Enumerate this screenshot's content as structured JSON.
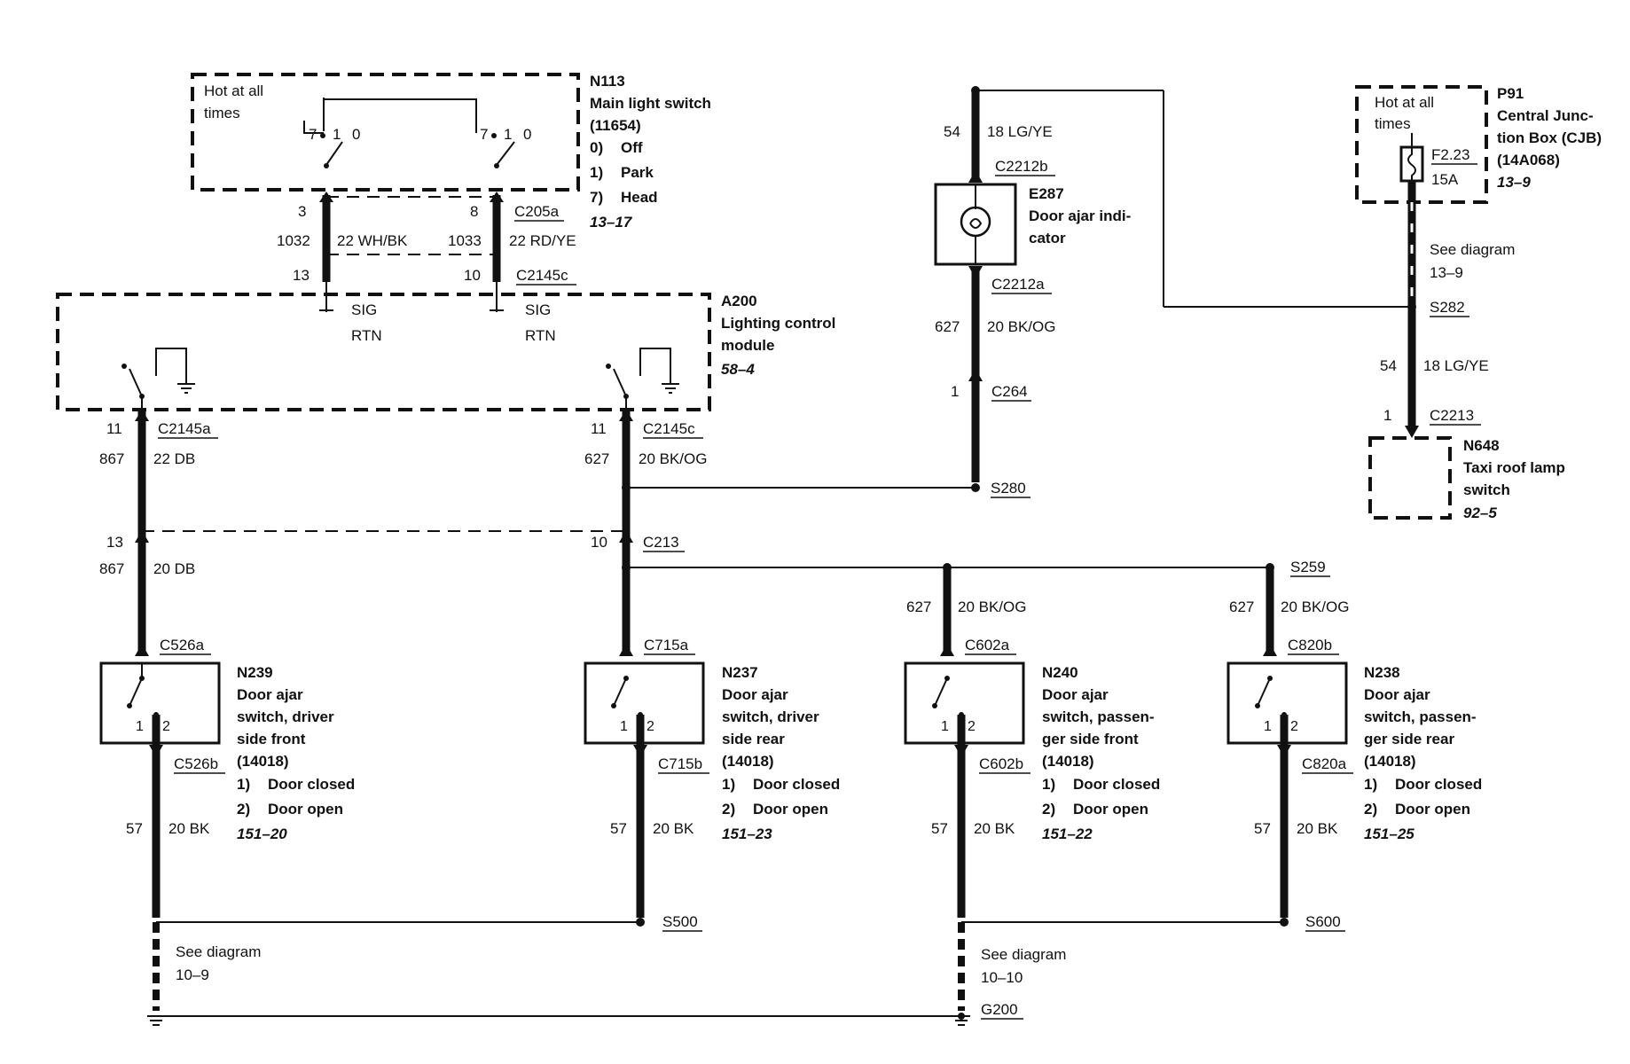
{
  "components": {
    "n113": {
      "id": "N113",
      "name": "Main light switch",
      "part": "(11654)",
      "states": [
        "0)",
        "Off",
        "1)",
        "Park",
        "7)",
        "Head"
      ],
      "page": "13–17",
      "hot_label_1": "Hot at all",
      "hot_label_2": "times",
      "pos_left": [
        "7",
        "1",
        "0"
      ],
      "pos_right": [
        "7",
        "1",
        "0"
      ]
    },
    "a200": {
      "id": "A200",
      "name_1": "Lighting control",
      "name_2": "module",
      "page": "58–4",
      "sig": "SIG",
      "rtn": "RTN"
    },
    "e287": {
      "id": "E287",
      "name_1": "Door ajar indi-",
      "name_2": "cator"
    },
    "p91": {
      "id": "P91",
      "name_1": "Central Junc-",
      "name_2": "tion Box (CJB)",
      "part": "(14A068)",
      "page": "13–9",
      "hot_label_1": "Hot at all",
      "hot_label_2": "times",
      "fuse": "F2.23",
      "fuse_rating": "15A"
    },
    "n648": {
      "id": "N648",
      "name_1": "Taxi roof lamp",
      "name_2": "switch",
      "page": "92–5"
    },
    "n239": {
      "id": "N239",
      "lines": [
        "Door ajar",
        "switch, driver",
        "side front",
        "(14018)"
      ],
      "state1": "Door closed",
      "state2": "Door open",
      "num1": "1)",
      "num2": "2)",
      "page": "151–20",
      "pin1": "1",
      "pin2": "2"
    },
    "n237": {
      "id": "N237",
      "lines": [
        "Door ajar",
        "switch, driver",
        "side rear",
        "(14018)"
      ],
      "state1": "Door closed",
      "state2": "Door open",
      "num1": "1)",
      "num2": "2)",
      "page": "151–23",
      "pin1": "1",
      "pin2": "2"
    },
    "n240": {
      "id": "N240",
      "lines": [
        "Door ajar",
        "switch, passen-",
        "ger side front",
        "(14018)"
      ],
      "state1": "Door closed",
      "state2": "Door open",
      "num1": "1)",
      "num2": "2)",
      "page": "151–22",
      "pin1": "1",
      "pin2": "2"
    },
    "n238": {
      "id": "N238",
      "lines": [
        "Door ajar",
        "switch, passen-",
        "ger side rear",
        "(14018)"
      ],
      "state1": "Door closed",
      "state2": "Door open",
      "num1": "1)",
      "num2": "2)",
      "page": "151–25",
      "pin1": "1",
      "pin2": "2"
    }
  },
  "connectors": {
    "c205a": "C205a",
    "c2145c_top": "C2145c",
    "c2145a": "C2145a",
    "c2145c": "C2145c",
    "c213": "C213",
    "c526a": "C526a",
    "c526b": "C526b",
    "c715a": "C715a",
    "c715b": "C715b",
    "c602a": "C602a",
    "c602b": "C602b",
    "c820b": "C820b",
    "c820a": "C820a",
    "c2212b": "C2212b",
    "c2212a": "C2212a",
    "c264": "C264",
    "c2213": "C2213"
  },
  "splices": {
    "s280": "S280",
    "s259": "S259",
    "s282": "S282",
    "s500": "S500",
    "s600": "S600",
    "g200": "G200"
  },
  "pins": {
    "p3": "3",
    "p13": "13",
    "p8": "8",
    "p10": "10",
    "p11a": "11",
    "p11c": "11",
    "p13b": "13",
    "p10b": "10",
    "p1_c264": "1",
    "p1_c2213": "1"
  },
  "circuits": {
    "w1032": {
      "num": "1032",
      "gauge": "22 WH/BK"
    },
    "w1033": {
      "num": "1033",
      "gauge": "22 RD/YE"
    },
    "w867a": {
      "num": "867",
      "gauge": "22 DB"
    },
    "w627a": {
      "num": "627",
      "gauge": "20 BK/OG"
    },
    "w867b": {
      "num": "867",
      "gauge": "20 DB"
    },
    "w54a": {
      "num": "54",
      "gauge": "18 LG/YE"
    },
    "w627e": {
      "num": "627",
      "gauge": "20 BK/OG"
    },
    "w54b": {
      "num": "54",
      "gauge": "18 LG/YE"
    },
    "w627c": {
      "num": "627",
      "gauge": "20 BK/OG"
    },
    "w627d": {
      "num": "627",
      "gauge": "20 BK/OG"
    },
    "w57a": {
      "num": "57",
      "gauge": "20 BK"
    },
    "w57b": {
      "num": "57",
      "gauge": "20 BK"
    },
    "w57c": {
      "num": "57",
      "gauge": "20 BK"
    },
    "w57d": {
      "num": "57",
      "gauge": "20 BK"
    }
  },
  "references": {
    "see1": {
      "l1": "See diagram",
      "l2": "13–9"
    },
    "see2": {
      "l1": "See diagram",
      "l2": "10–9"
    },
    "see3": {
      "l1": "See diagram",
      "l2": "10–10"
    }
  }
}
